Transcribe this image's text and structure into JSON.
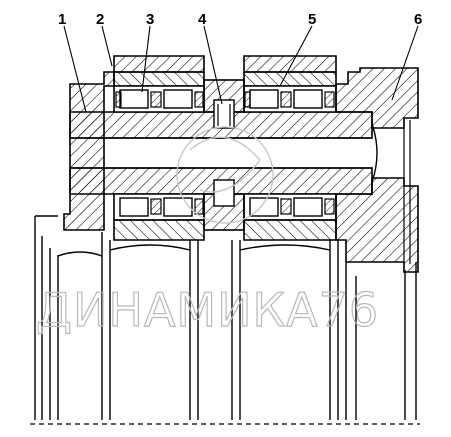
{
  "callouts": [
    "1",
    "2",
    "3",
    "4",
    "5",
    "6"
  ],
  "watermark": "ДИНАМИКА76",
  "colors": {
    "line": "#000000",
    "hatch": "#000000",
    "watermark": "#b9b9b9"
  }
}
